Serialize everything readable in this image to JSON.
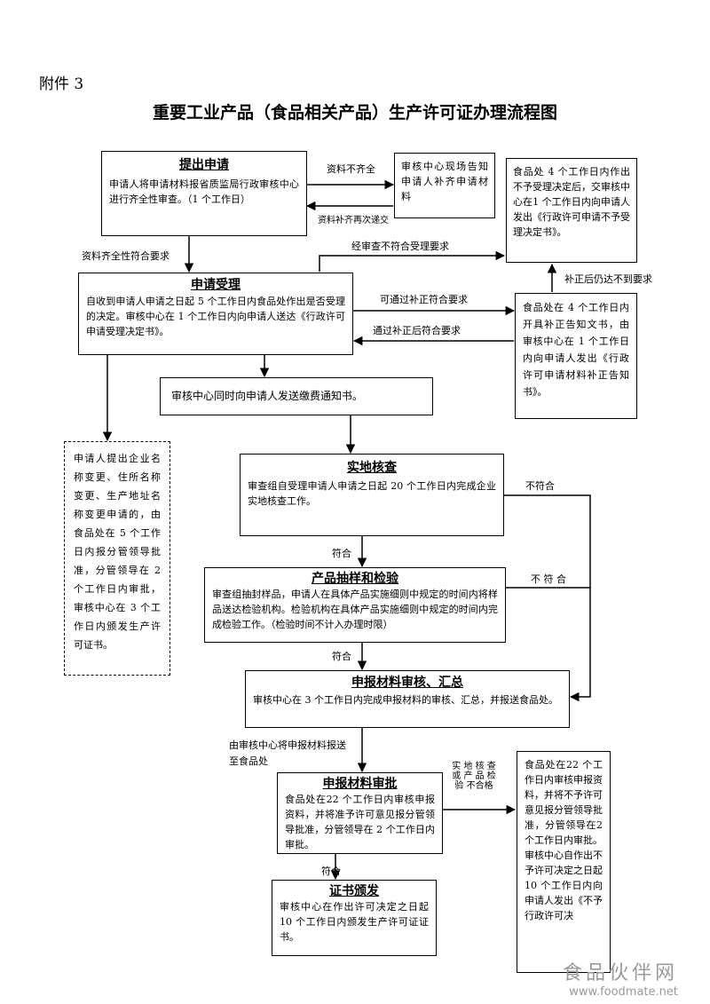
{
  "header": {
    "annex": "附件 3",
    "title": "重要工业产品（食品相关产品）生产许可证办理流程图"
  },
  "steps": {
    "submit": {
      "title": "提出申请",
      "text": "申请人将申请材料报省质监局行政审核中心进行齐全性审查。（1 个工作日）"
    },
    "supplement_notice": {
      "text": "审核中心现场告知申请人补齐申请材料"
    },
    "reject_1": {
      "text": "食品处 4 个工作日内作出不予受理决定后，交审核中心在1 个工作日内向申请人发出《行政许可申请不予受理决定书》。"
    },
    "acceptance": {
      "title": "申请受理",
      "text": "自收到申请人申请之日起 5 个工作日内食品处作出是否受理的决定。审核中心在 1 个工作日内向申请人送达《行政许可申请受理决定书》。"
    },
    "correction_notice": {
      "text": "食品处在 4 个工作日内开具补正告知文书，由审核中心在 1 个工作日内向申请人发出《行政许可申请材料补正告知书》。"
    },
    "fee_notice": {
      "text": "审核中心同时向申请人发送缴费通知书。"
    },
    "change_request": {
      "text": "申请人提出企业名称变更、住所名称变更、生产地址名称变更申请的，由食品处在 5 个工作日内报分管领导批准，分管领导在 2 个工作日内审批，审核中心在 3 个工作日内颁发生产许可证书。"
    },
    "onsite": {
      "title": "实地核查",
      "text": "审查组自受理申请人申请之日起 20 个工作日内完成企业实地核查工作。"
    },
    "sampling": {
      "title": "产品抽样和检验",
      "text": "审查组抽封样品，申请人在具体产品实施细则中规定的时间内将样品送达检验机构。检验机构在具体产品实施细则中规定的时间内完成检验工作。（检验时间不计入办理时限）"
    },
    "review": {
      "title": "申报材料审核、汇总",
      "text": "审核中心在 3 个工作日内完成申报材料的审核、汇总，并报送食品处。"
    },
    "approval": {
      "title": "申报材料审批",
      "text": "食品处在22 个工作日内审核申报资料，并将准予许可意见报分管领导批准，分管领导在 2 个工作日内审批。"
    },
    "reject_2": {
      "text": "食品处在22 个工作日内审核申报资料，并将不予许可意见报分管领导批准，分管领导在2 个工作日内审批。审核中心自作出不予许可决定之日起 10 个工作日内向申请人发出《不予行政许可决"
    },
    "certificate": {
      "title": "证书颁发",
      "text": "审核中心在作出许可决定之日起 10 个工作日内颁发生产许可证证书。"
    }
  },
  "labels": {
    "incomplete": "资料不齐全",
    "resubmit": "资料补齐再次递交",
    "complete": "资料齐全性符合要求",
    "not_meet_acceptance": "经审查不符合受理要求",
    "still_not_meet": "补正后仍达不到要求",
    "can_meet_by_correction": "可通过补正符合要求",
    "meet_after_correction": "通过补正后符合要求",
    "nonconform_1": "不符合",
    "nonconform_2": "不 符 合",
    "conform_1": "符合",
    "conform_2": "符合",
    "conform_3": "符合",
    "to_food_dept": "由审核中心将申报材料报送至食品处",
    "unqualified": "实 地 核 查 或 产 品 检 验 不合格"
  },
  "watermark": {
    "name": "食品伙伴网",
    "url": "www.foodmate.net"
  }
}
